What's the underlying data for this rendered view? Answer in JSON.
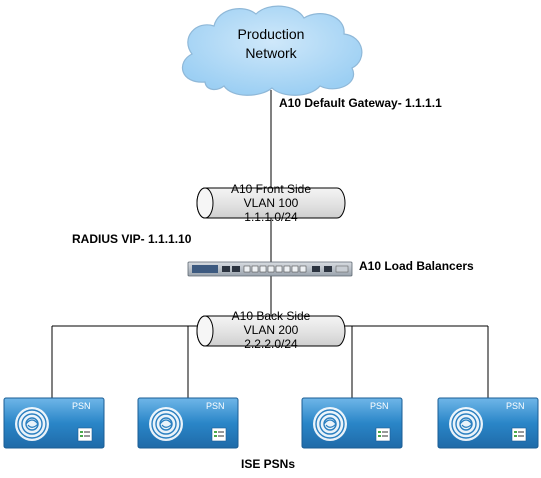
{
  "cloud": {
    "line1": "Production",
    "line2": "Network"
  },
  "gateway_label": "A10 Default Gateway- 1.1.1.1",
  "front_vlan": {
    "line1": "A10 Front Side",
    "line2": "VLAN 100",
    "line3": "1.1.1.0/24"
  },
  "radius_vip_label": "RADIUS VIP- 1.1.1.10",
  "load_balancer_label": "A10 Load Balancers",
  "back_vlan": {
    "line1": "A10 Back Side",
    "line2": "VLAN 200",
    "line3": "2.2.2.0/24"
  },
  "psn_nodes": [
    {
      "badge": "PSN"
    },
    {
      "badge": "PSN"
    },
    {
      "badge": "PSN"
    },
    {
      "badge": "PSN"
    }
  ],
  "psn_group_label": "ISE PSNs",
  "colors": {
    "cloud_fill": "#a9d6f5",
    "cloud_stroke": "#8fb8d8",
    "tube_fill": "#e8e8e8",
    "psn_fill": "#2a7fc0",
    "line": "#000000"
  }
}
